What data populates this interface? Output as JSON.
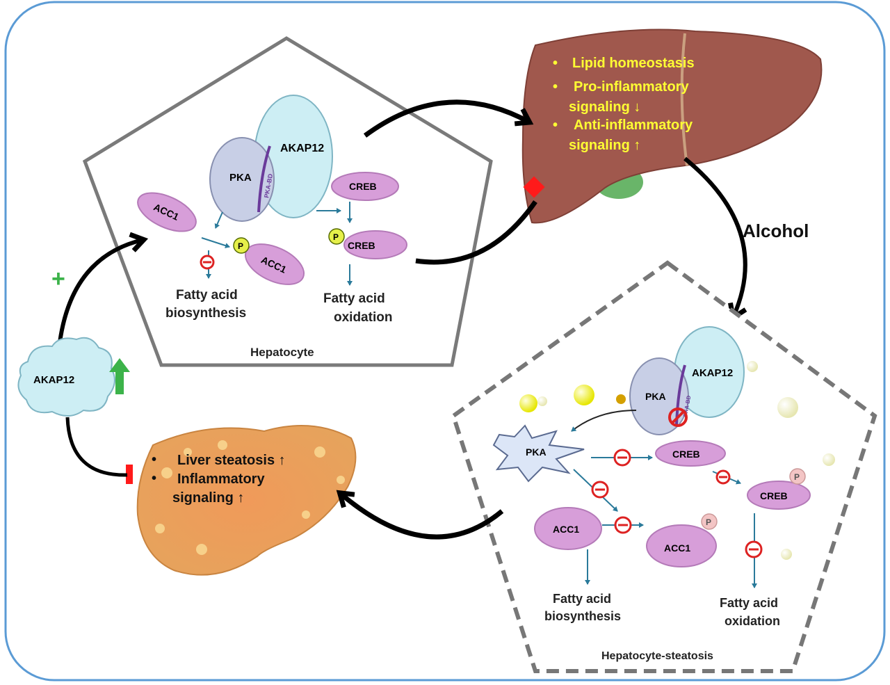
{
  "top_cell": {
    "label": "Hepatocyte",
    "akap12": "AKAP12",
    "pka": "PKA",
    "pka_bd": "PKA-BD",
    "acc1": "ACC1",
    "acc1_p": "ACC1",
    "creb": "CREB",
    "creb_p": "CREB",
    "phos": "P",
    "fa_bio_1": "Fatty acid",
    "fa_bio_2": "biosynthesis",
    "fa_ox_1": "Fatty acid",
    "fa_ox_2": "oxidation"
  },
  "healthy_liver": {
    "bullets": [
      "Lipid homeostasis",
      "Pro-inflammatory",
      "signaling ↓",
      "Anti-inflammatory",
      "signaling ↑"
    ],
    "bullet_mark": "•"
  },
  "alcohol_label": "Alcohol",
  "akap12_cloud": "AKAP12",
  "plus_sign": "+",
  "steatotic_liver": {
    "bullets": [
      "Liver steatosis ↑",
      "Inflammatory",
      "signaling ↑"
    ],
    "bullet_mark": "•"
  },
  "bottom_cell": {
    "label": "Hepatocyte-steatosis",
    "akap12": "AKAP12",
    "pka": "PKA",
    "pka_bd": "PKA-BD",
    "pka_free": "PKA",
    "creb": "CREB",
    "creb_p": "CREB",
    "acc1": "ACC1",
    "acc1_p": "ACC1",
    "phos": "P",
    "fa_bio_1": "Fatty acid",
    "fa_bio_2": "biosynthesis",
    "fa_ox_1": "Fatty acid",
    "fa_ox_2": "oxidation"
  },
  "colors": {
    "frame": "#5b9bd5",
    "liver_healthy": "#a0584d",
    "liver_text": "#ffff33",
    "liver_steatotic": "#e8a35b",
    "enzyme": "#d79ed9",
    "akap": "#cdeef4",
    "pka": "#c8cfe6",
    "inhibit": "#dd2222",
    "arrow_small": "#2a7a9a"
  }
}
